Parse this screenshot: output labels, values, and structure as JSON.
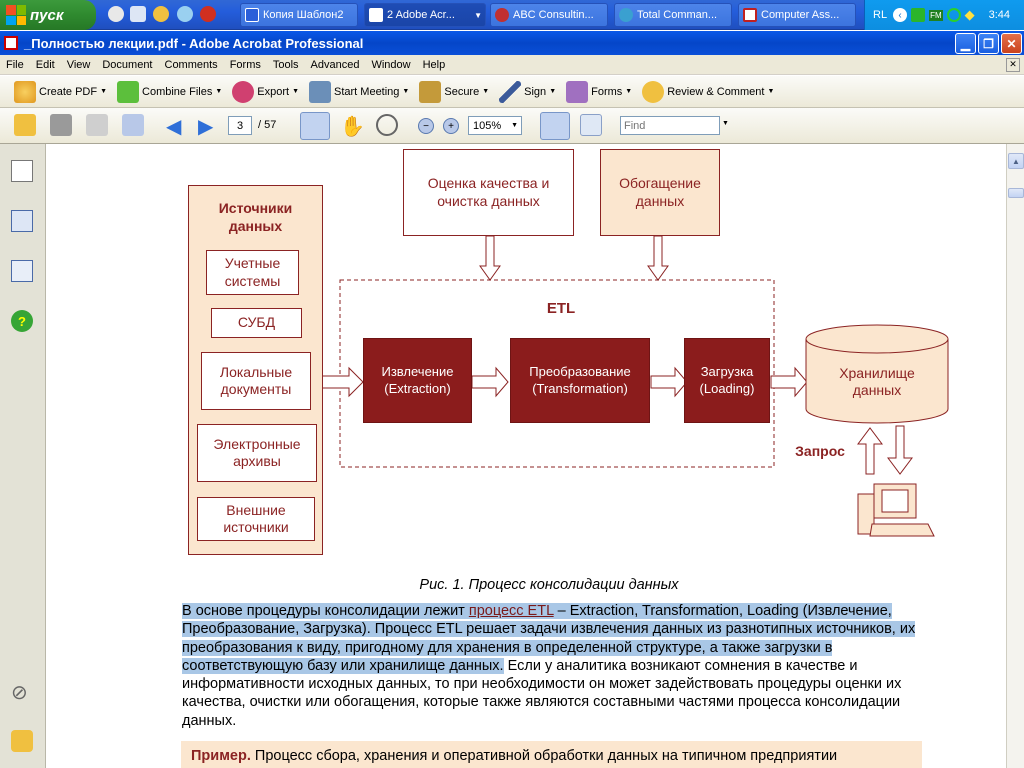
{
  "taskbar": {
    "start": "пуск",
    "tasks": [
      "Копия Шаблон2",
      "2 Adobe Acr...",
      "ABC Consultin...",
      "Total Comman...",
      "Computer Ass..."
    ],
    "tray_lang": "RL",
    "tray_fm": "FM",
    "clock": "3:44"
  },
  "window": {
    "title": "_Полностью лекции.pdf - Adobe Acrobat Professional"
  },
  "menu": [
    "File",
    "Edit",
    "View",
    "Document",
    "Comments",
    "Forms",
    "Tools",
    "Advanced",
    "Window",
    "Help"
  ],
  "toolbar": {
    "create_pdf": "Create PDF",
    "combine": "Combine Files",
    "export": "Export",
    "meeting": "Start Meeting",
    "secure": "Secure",
    "sign": "Sign",
    "forms": "Forms",
    "review": "Review & Comment"
  },
  "nav": {
    "page": "3",
    "total": "/ 57",
    "zoom": "105%",
    "find_placeholder": "Find"
  },
  "diagram": {
    "sources_title": "Источники данных",
    "sources": [
      "Учетные системы",
      "СУБД",
      "Локальные документы",
      "Электронные архивы",
      "Внешние источники"
    ],
    "quality": "Оценка качества и очистка данных",
    "enrich": "Обогащение данных",
    "etl": "ETL",
    "extract": "Извлечение (Extraction)",
    "transform": "Преобразование (Transformation)",
    "load": "Загрузка (Loading)",
    "storage": "Хранилище данных",
    "query": "Запрос"
  },
  "caption": "Рис. 1. Процесс консолидации данных",
  "paragraph": {
    "p1": "В основе процедуры консолидации лежит ",
    "link": "процесс ETL",
    "p2": " – Extraction, Transformation, Loading (Извлечение, Преобразование, Загрузка). Процесс ETL решает задачи извлечения данных из разнотипных источников, их преобразования к виду, пригодному для хранения в определенной структуре, а также загрузки в соответствующую базу или хранилище данных.",
    "p3": " Если у аналитика возникают сомнения в качестве и информативности исходных данных, то при необходимости он может задействовать процедуры оценки их качества, очистки или обогащения, которые также являются составными частями процесса консолидации данных."
  },
  "example": {
    "label": "Пример.",
    "text": " Процесс сбора, хранения и оперативной обработки данных на типичном предприятии"
  }
}
